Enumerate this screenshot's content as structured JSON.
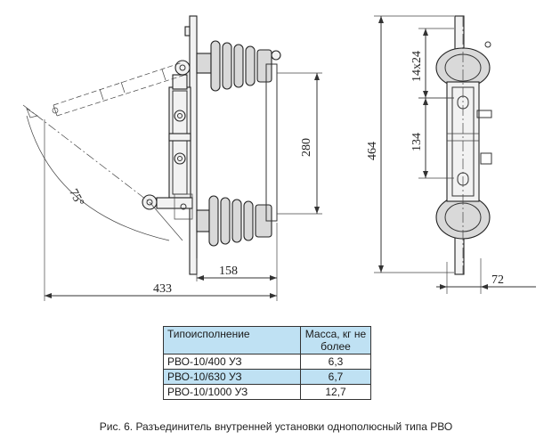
{
  "drawing": {
    "dimensions": {
      "angle": "75°",
      "overall_length": "433",
      "insulator_spacing": "158",
      "contact_height": "280",
      "total_height": "464",
      "hole_pattern": "14x24",
      "hole_spacing": "134",
      "width": "72"
    }
  },
  "table": {
    "header": {
      "type": "Типоисполнение",
      "mass": "Масса, кг не более"
    },
    "rows": [
      {
        "type": "РВО-10/400 УЗ",
        "mass": "6,3"
      },
      {
        "type": "РВО-10/630 УЗ",
        "mass": "6,7"
      },
      {
        "type": "РВО-10/1000 УЗ",
        "mass": "12,7"
      }
    ]
  },
  "caption": "Рис. 6. Разъединитель внутренней установки однополюсный типа РВО"
}
